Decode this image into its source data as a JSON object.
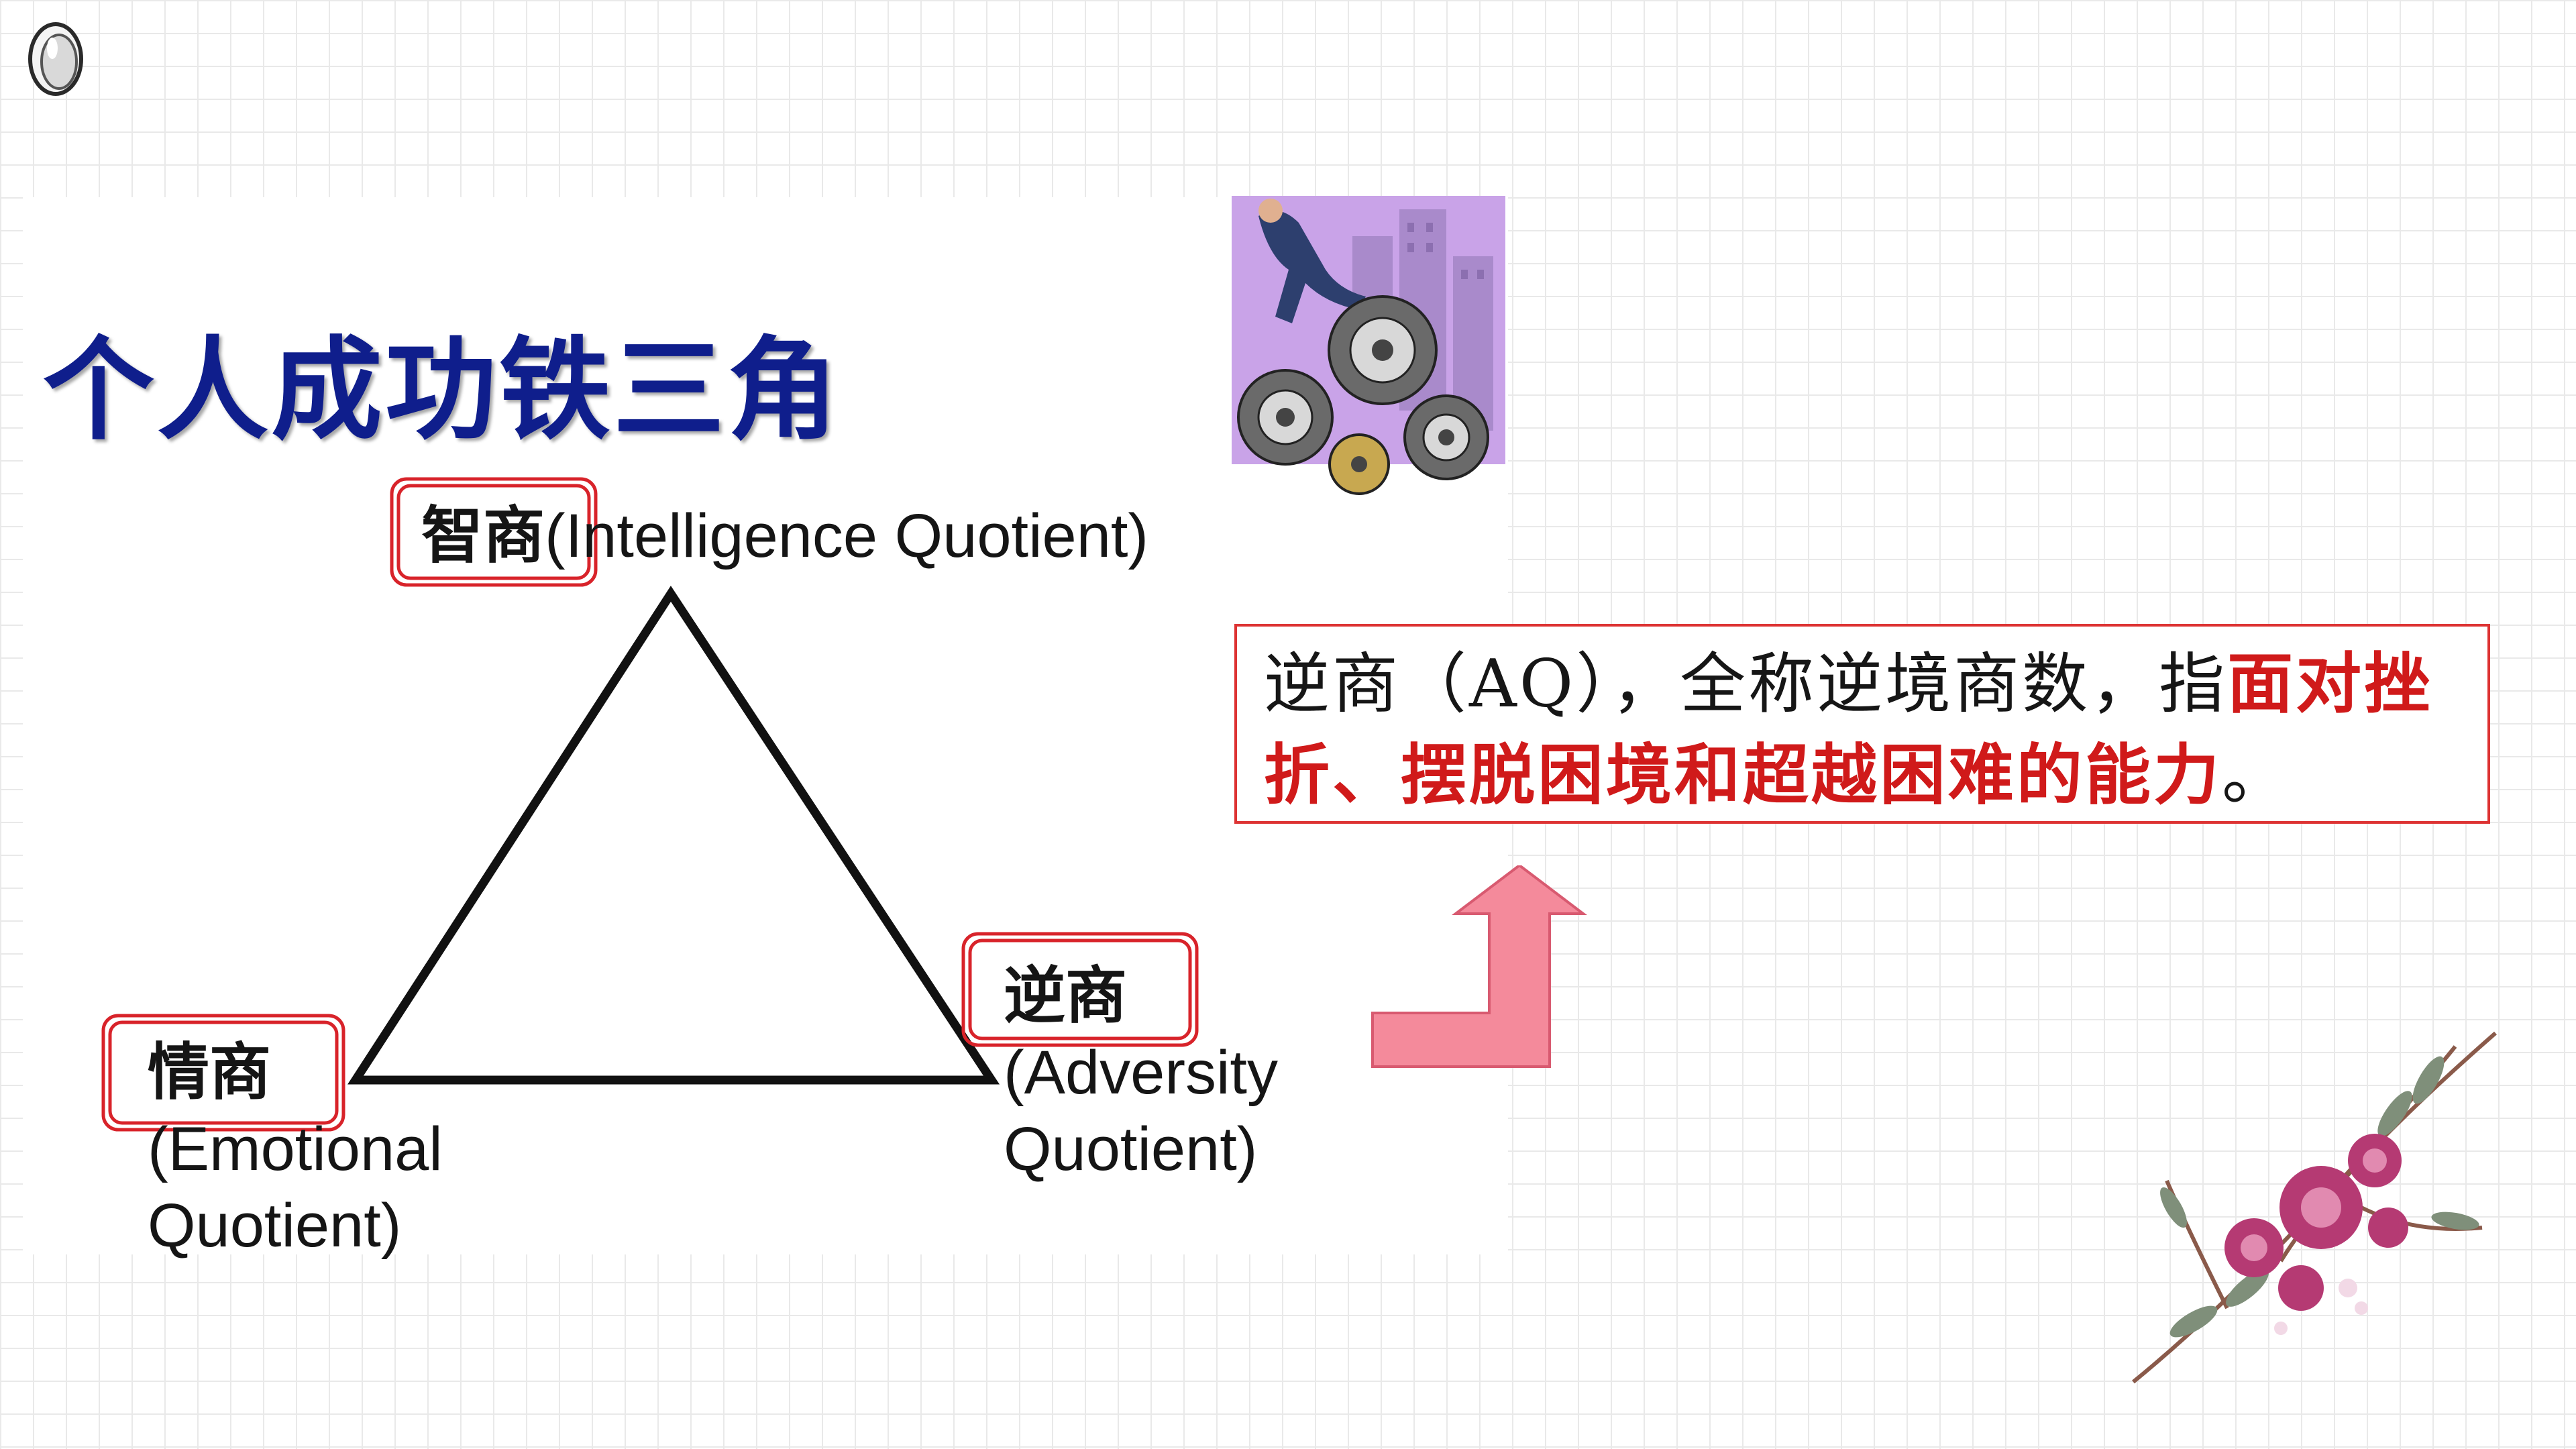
{
  "slide": {
    "title": "个人成功铁三角"
  },
  "diagram": {
    "iq": {
      "name": "智商",
      "rest": "(Intelligence Quotient)"
    },
    "eq": {
      "name": "情商",
      "line1": "(Emotional",
      "line2": "Quotient)"
    },
    "aq": {
      "name": "逆商",
      "line1": "(Adversity",
      "line2": "Quotient)"
    }
  },
  "definition": {
    "text_plain": "逆商（AQ），全称逆境商数，指",
    "text_highlight": "面对挫折、摆脱困境和超越困难的能力",
    "text_end": "。"
  },
  "colors": {
    "title": "#0f1e8c",
    "highlight_red": "#d01a1a",
    "box_red": "#d8232a",
    "arrow_pink": "#f48a9b",
    "gear_bg": "#c9a3e8"
  },
  "icons": {
    "logo": "lens-icon",
    "illustration": "gears-icon",
    "arrow": "up-arrow-icon",
    "decoration": "flower-icon"
  }
}
